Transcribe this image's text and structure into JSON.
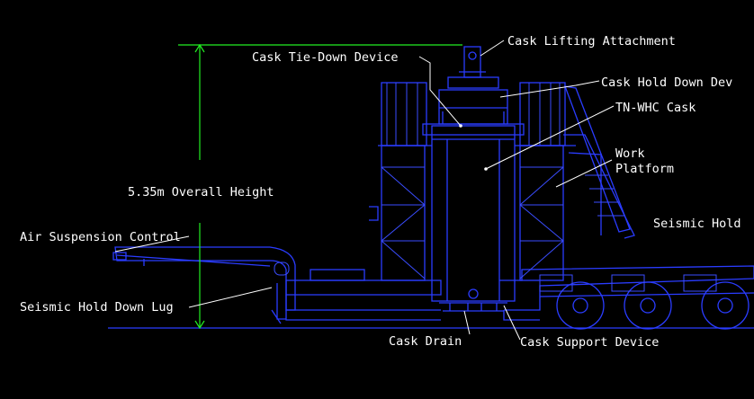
{
  "colors": {
    "background": "#000000",
    "structure": "#2a3cff",
    "leaders": "#ffffff",
    "dimension": "#22ee22",
    "text": "#ffffff"
  },
  "labels": {
    "cask_lifting_attachment": "Cask Lifting Attachment",
    "cask_tie_down_device": "Cask Tie-Down Device",
    "cask_hold_down_device": "Cask Hold Down Dev",
    "tn_whc_cask": "TN-WHC Cask",
    "work_platform_line1": "Work",
    "work_platform_line2": "Platform",
    "overall_height": "5.35m Overall Height",
    "seismic_hold_right": "Seismic Hold",
    "air_suspension_control": "Air Suspension Control",
    "seismic_hold_down_lug": "Seismic Hold Down Lug",
    "cask_drain": "Cask Drain",
    "cask_support_device": "Cask Support Device"
  }
}
